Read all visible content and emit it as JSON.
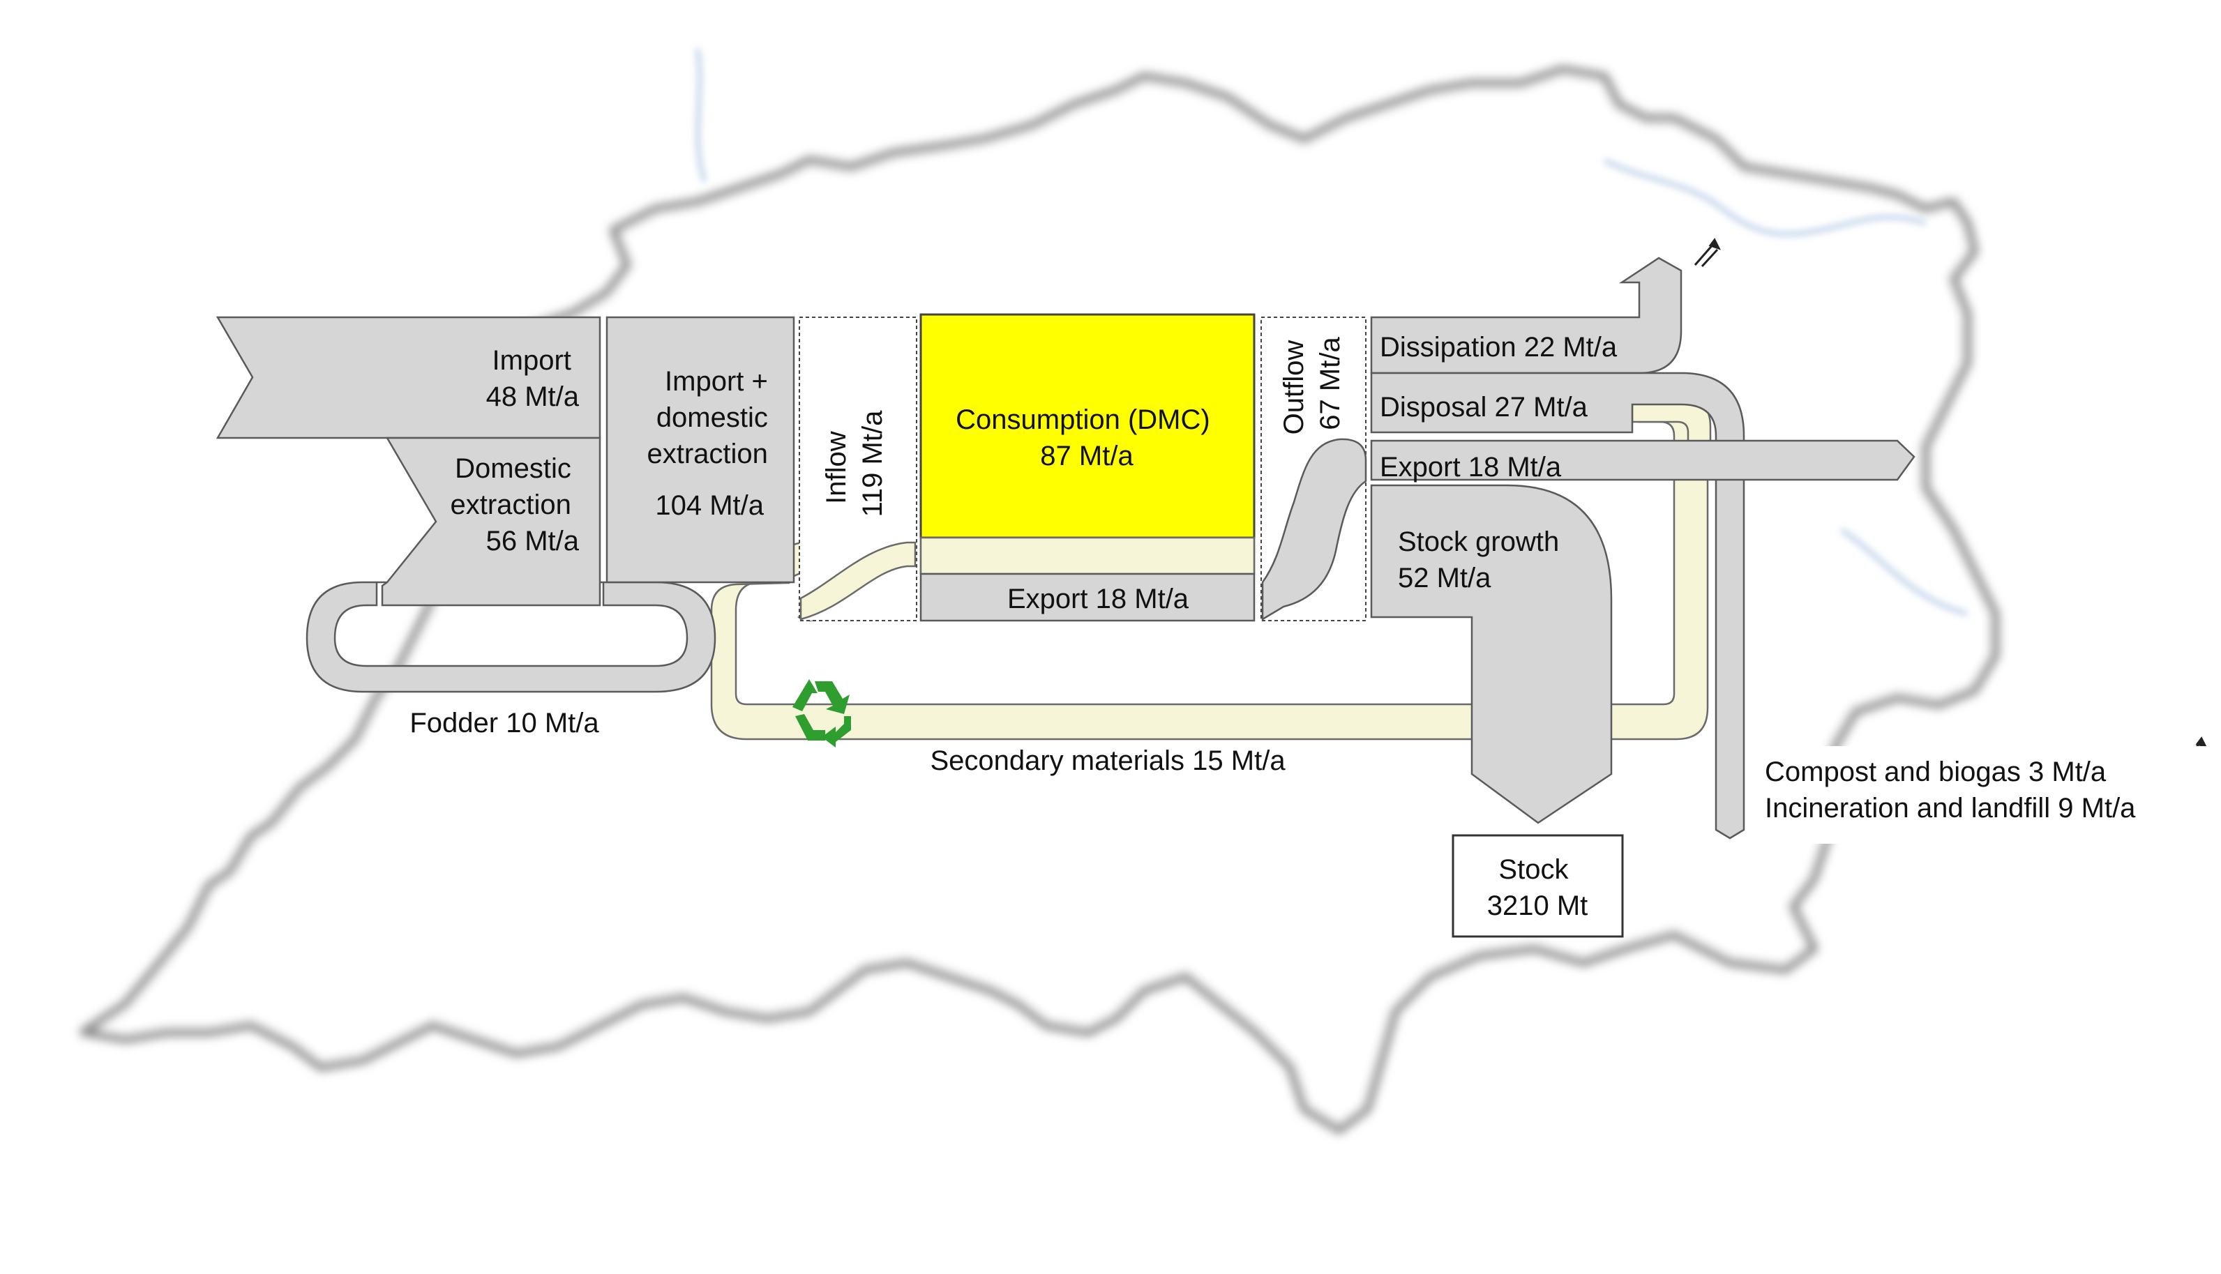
{
  "colors": {
    "consumption": "#ffff00",
    "flow_fill": "#d6d6d6",
    "secondary_fill": "#f7f5d8",
    "recycle_icon": "#2e9e2e",
    "map_outline": "#8a8a8a",
    "river": "#b8cde6"
  },
  "icons": {
    "recycle": "recycle-icon",
    "outflow_arrow": "double-arrow-icon"
  },
  "labels": {
    "import": [
      "Import",
      "48 Mt/a"
    ],
    "domestic": [
      "Domestic",
      "extraction",
      "56 Mt/a"
    ],
    "import_domestic": [
      "Import +",
      "domestic",
      "extraction",
      "104 Mt/a"
    ],
    "inflow": [
      "Inflow",
      "119 Mt/a"
    ],
    "consumption": [
      "Consumption (DMC)",
      "87 Mt/a"
    ],
    "export_inner": "Export 18 Mt/a",
    "outflow": [
      "Outflow",
      "67 Mt/a"
    ],
    "dissipation": "Dissipation 22 Mt/a",
    "disposal": "Disposal 27 Mt/a",
    "export_outer": "Export 18 Mt/a",
    "stock_growth": [
      "Stock growth",
      "52 Mt/a"
    ],
    "stock": [
      "Stock",
      "3210 Mt"
    ],
    "fodder": "Fodder 10 Mt/a",
    "secondary": "Secondary materials 15 Mt/a",
    "waste": [
      "Compost and biogas 3 Mt/a",
      "Incineration and landfill 9 Mt/a"
    ]
  }
}
